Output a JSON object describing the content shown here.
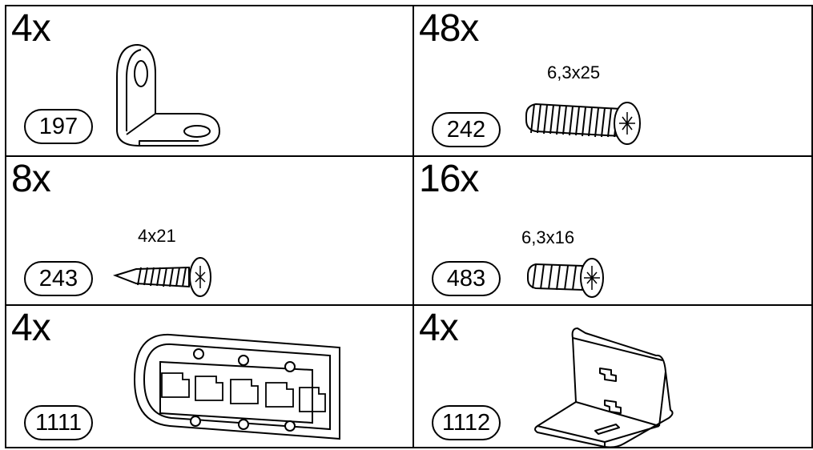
{
  "items": [
    {
      "quantity": "4x",
      "part_number": "197",
      "icon": "angle-bracket-icon"
    },
    {
      "quantity": "48x",
      "part_number": "242",
      "size": "6,3x25",
      "icon": "screw-6-3x25-icon"
    },
    {
      "quantity": "8x",
      "part_number": "243",
      "size": "4x21",
      "icon": "wood-screw-4x21-icon"
    },
    {
      "quantity": "16x",
      "part_number": "483",
      "size": "6,3x16",
      "icon": "screw-6-3x16-icon"
    },
    {
      "quantity": "4x",
      "part_number": "1111",
      "icon": "connector-plate-icon"
    },
    {
      "quantity": "4x",
      "part_number": "1112",
      "icon": "corner-bracket-icon"
    }
  ]
}
